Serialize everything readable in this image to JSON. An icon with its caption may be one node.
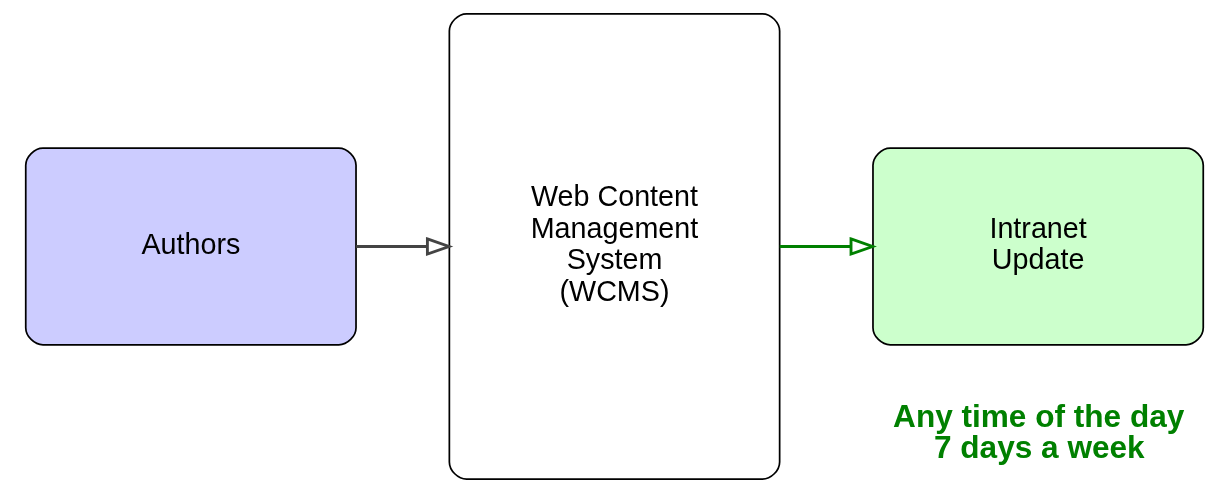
{
  "diagram": {
    "nodes": [
      {
        "text": [
          "Authors"
        ]
      },
      {
        "text": [
          "Web Content Management System (WCMS)"
        ]
      },
      {
        "text": [
          "Intranet Update"
        ]
      }
    ],
    "edges": [
      {
        "from": 0,
        "to": 1,
        "arrow": "to"
      },
      {
        "from": 1,
        "to": 2,
        "arrow": "to",
        "color": "#008000"
      }
    ],
    "labels": [
      "Any time of the day 7 days a week"
    ]
  }
}
